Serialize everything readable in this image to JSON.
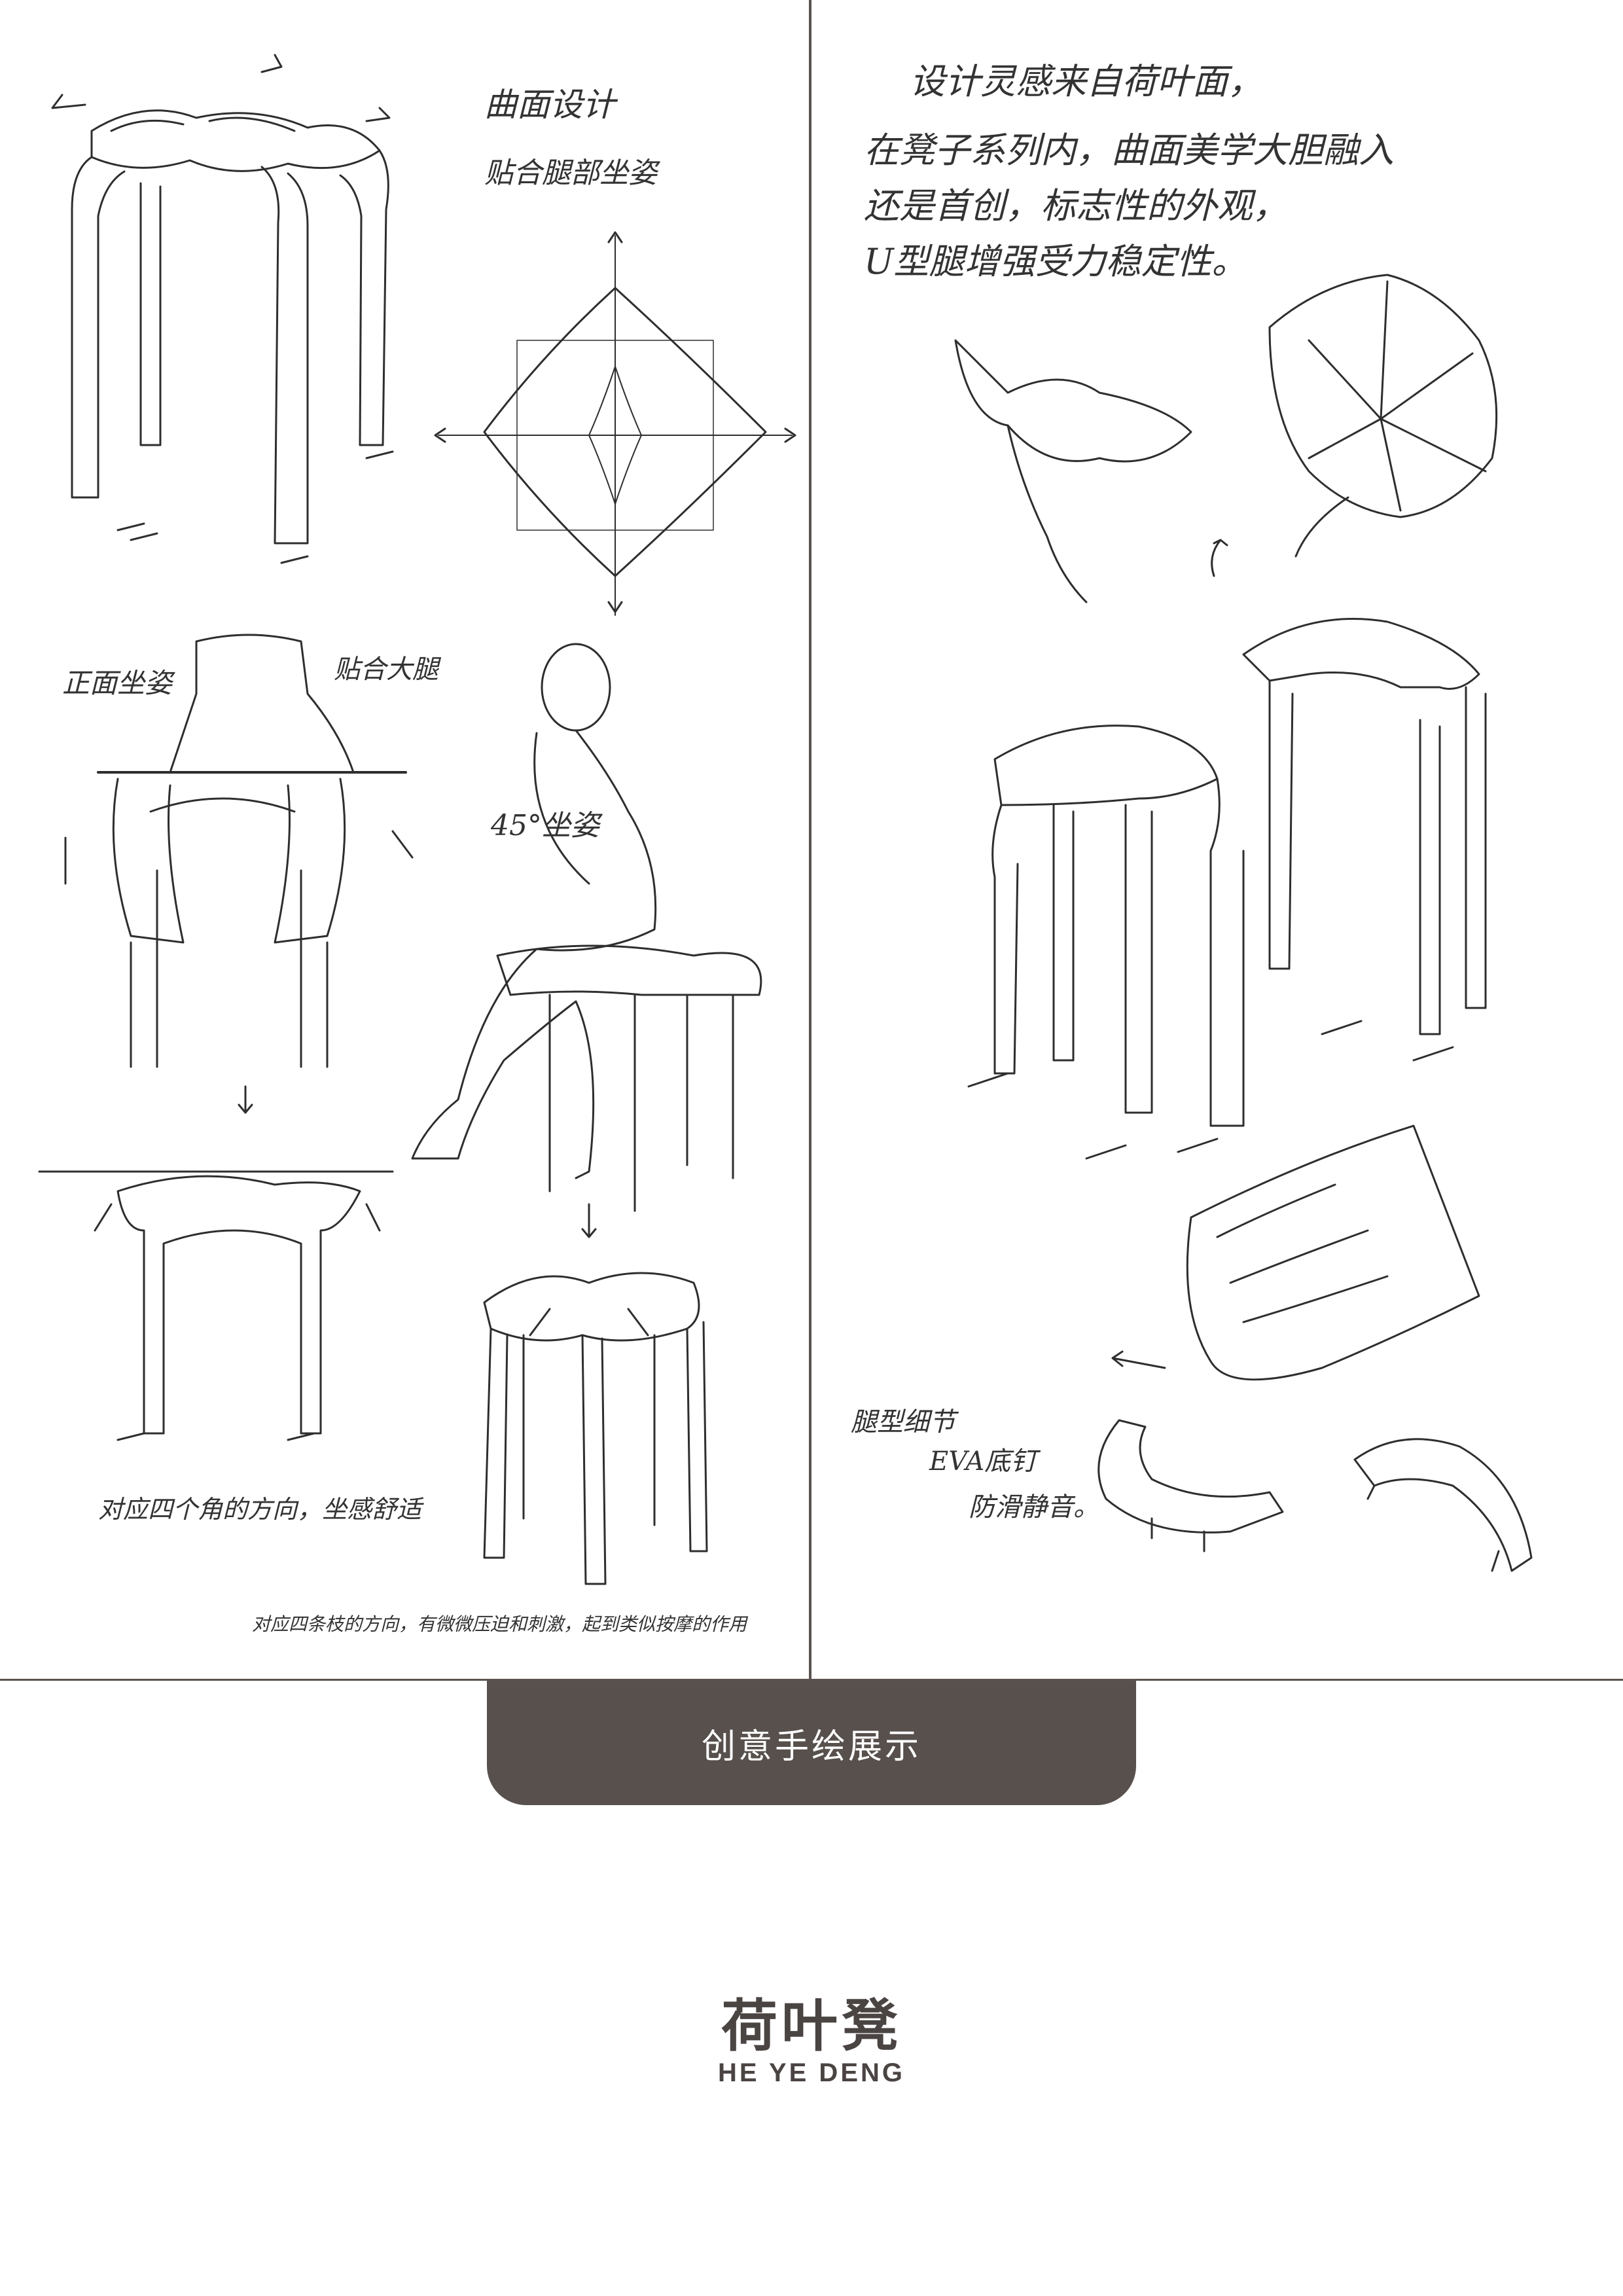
{
  "left_sketch": {
    "label_curved": "曲面设计",
    "label_fit": "贴合腿部坐姿",
    "label_front": "正面坐姿",
    "label_thigh": "贴合大腿",
    "label_45": "45°坐姿",
    "caption_mid": "对应四个角的方向，坐感舒适",
    "caption_bottom": "对应四条枝的方向，有微微压迫和刺激，起到类似按摩的作用"
  },
  "right_sketch": {
    "inspiration": [
      "设计灵感来自荷叶面，",
      "在凳子系列内，曲面美学大胆融入",
      "还是首创，标志性的外观，",
      "U型腿增强受力稳定性。"
    ],
    "detail_1": "腿型细节",
    "detail_2": "EVA底钉",
    "detail_3": "防滑静音。"
  },
  "section_tab": {
    "label": "创意手绘展示"
  },
  "brand": {
    "name_cn": "荷叶凳",
    "name_en": "HE YE DENG"
  }
}
